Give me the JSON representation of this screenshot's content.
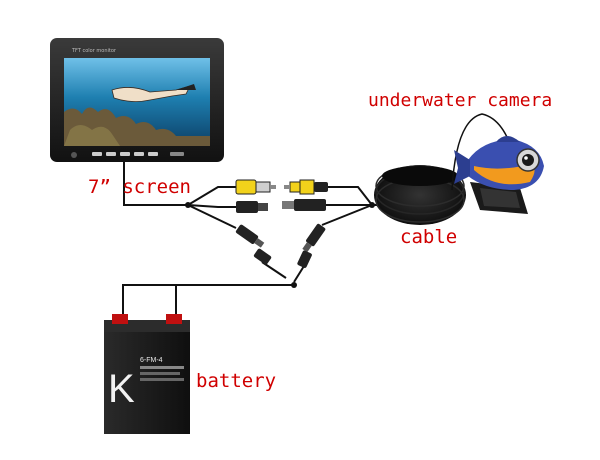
{
  "labels": {
    "screen": "7” screen",
    "camera": "underwater camera",
    "cable": "cable",
    "battery": "battery"
  },
  "monitor": {
    "header_text": "TFT color monitor"
  },
  "battery": {
    "brand_mark": "K",
    "model_text": "6-FM-4"
  },
  "colors": {
    "label": "#d00000",
    "wire": "#111111",
    "rca_yellow": "#f2d21b",
    "battery_body": "#1c1c1c",
    "terminal_red": "#c01010",
    "water": "#1e7fb0",
    "fish_body": "#3a4fb0",
    "fish_belly": "#f29a1e"
  }
}
